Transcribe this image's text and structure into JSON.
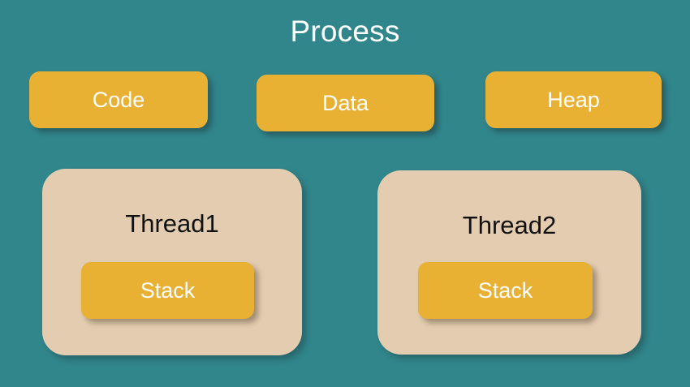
{
  "diagram": {
    "title": "Process",
    "background_color": "#31868c",
    "segment_color": "#e8b134",
    "thread_color": "#e3ccb0",
    "title_color": "#ffffff",
    "thread_label_color": "#111111",
    "segments": [
      {
        "label": "Code"
      },
      {
        "label": "Data"
      },
      {
        "label": "Heap"
      }
    ],
    "threads": [
      {
        "label": "Thread1",
        "stack_label": "Stack"
      },
      {
        "label": "Thread2",
        "stack_label": "Stack"
      }
    ]
  }
}
